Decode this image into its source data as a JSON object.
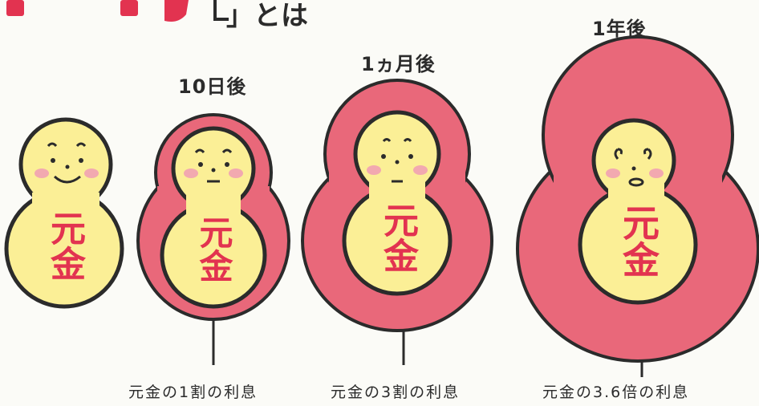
{
  "title_fragment": "」とは",
  "labels": {
    "after_10_days": "10日後",
    "after_1_month": "1ヵ月後",
    "after_1_year": "1年後"
  },
  "principal_text": "元金",
  "captions": {
    "c1": "元金の1割の利息",
    "c2": "元金の3割の利息",
    "c3": "元金の3.6倍の利息"
  },
  "colors": {
    "interest_pink": "#e9687a",
    "doll_yellow": "#fbef96",
    "kanji_red": "#e23350",
    "outline": "#2b2b2b"
  }
}
